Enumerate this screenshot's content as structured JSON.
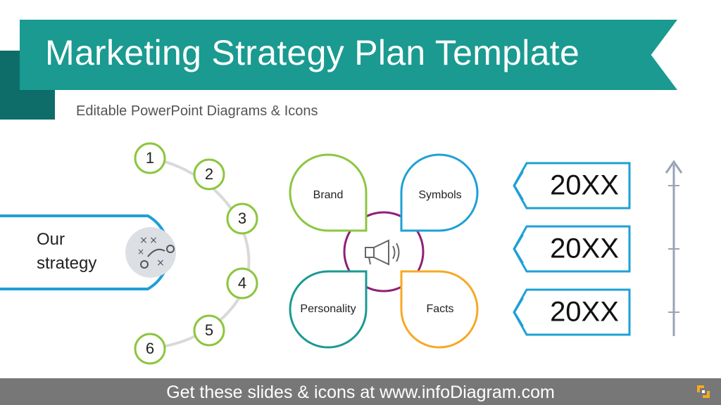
{
  "header": {
    "title": "Marketing Strategy Plan Template",
    "subtitle": "Editable PowerPoint Diagrams & Icons"
  },
  "strategy": {
    "label_line1": "Our",
    "label_line2": "strategy",
    "icon": "strategy-play-icon"
  },
  "steps": [
    "1",
    "2",
    "3",
    "4",
    "5",
    "6"
  ],
  "petals": {
    "top_left": "Brand",
    "top_right": "Symbols",
    "bottom_left": "Personality",
    "bottom_right": "Facts",
    "center_icon": "megaphone-icon"
  },
  "timeline": {
    "items": [
      "20XX",
      "20XX",
      "20XX"
    ],
    "icon": "arrow-up-icon"
  },
  "footer": {
    "text": "Get these slides & icons at www.infoDiagram.com",
    "logo_icon": "infodiagram-logo-icon"
  },
  "colors": {
    "banner": "#1a9a90",
    "banner_dark": "#0e6d68",
    "green": "#8cc63f",
    "blue": "#1ea0d6",
    "teal": "#1a9a90",
    "orange": "#f7a823",
    "purple": "#8e1f7a",
    "footer": "#777777"
  }
}
